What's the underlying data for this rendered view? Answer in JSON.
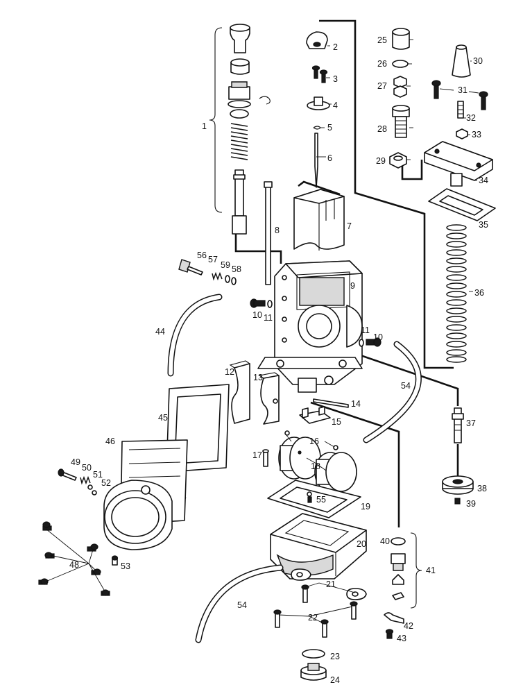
{
  "callouts": [
    "1",
    "2",
    "3",
    "4",
    "5",
    "6",
    "7",
    "8",
    "9",
    "10",
    "11",
    "12",
    "13",
    "14",
    "15",
    "16",
    "17",
    "18",
    "19",
    "20",
    "21",
    "22",
    "23",
    "24",
    "25",
    "26",
    "27",
    "28",
    "29",
    "30",
    "31",
    "32",
    "33",
    "34",
    "35",
    "36",
    "37",
    "38",
    "39",
    "40",
    "41",
    "42",
    "43",
    "44",
    "45",
    "46",
    "48",
    "49",
    "50",
    "51",
    "52",
    "53",
    "54",
    "55",
    "56",
    "57",
    "58",
    "59"
  ]
}
